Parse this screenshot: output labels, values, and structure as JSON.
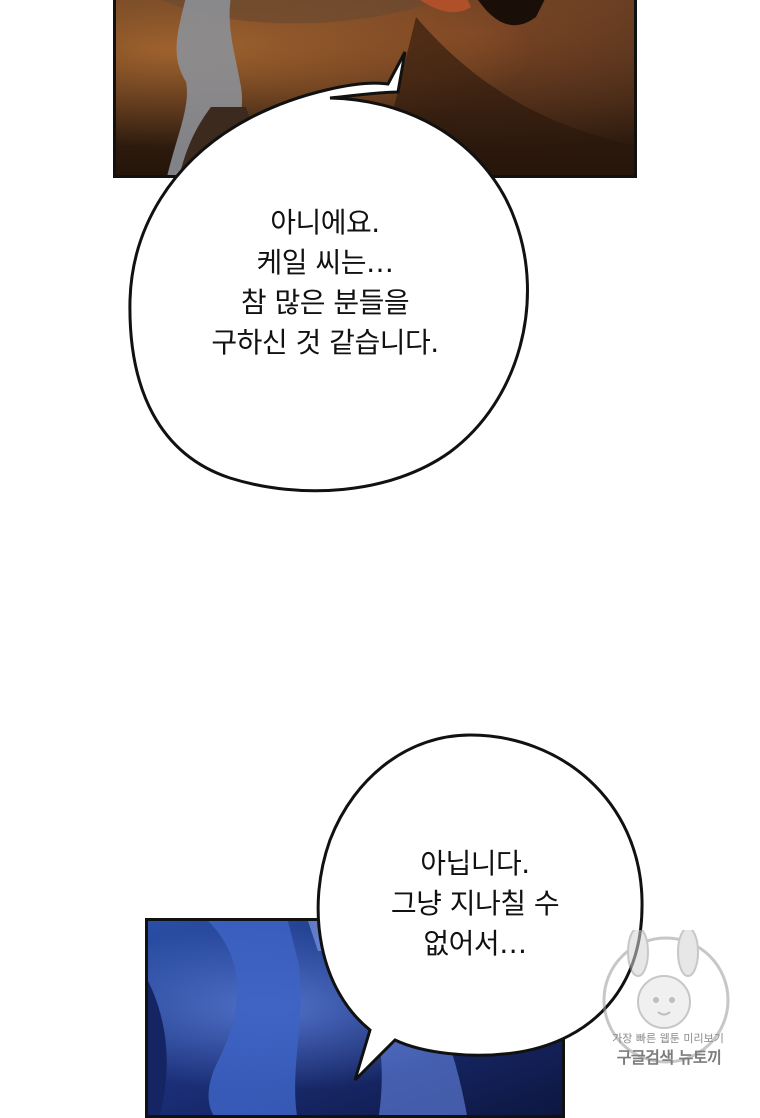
{
  "bubble_1": {
    "lines": [
      "아니에요.",
      "케일 씨는…",
      "참 많은 분들을",
      "구하신 것 같습니다."
    ]
  },
  "bubble_2": {
    "lines": [
      "아닙니다.",
      "그냥 지나칠 수",
      "없어서…"
    ]
  },
  "watermark": {
    "tagline": "가장 빠른 웹툰 미리보기",
    "brand": "구글검색 뉴토끼"
  },
  "colors": {
    "top_panel": "#3d2616",
    "bottom_panel": "#1b2f78",
    "bubble_fill": "#ffffff",
    "outline": "#111111"
  }
}
